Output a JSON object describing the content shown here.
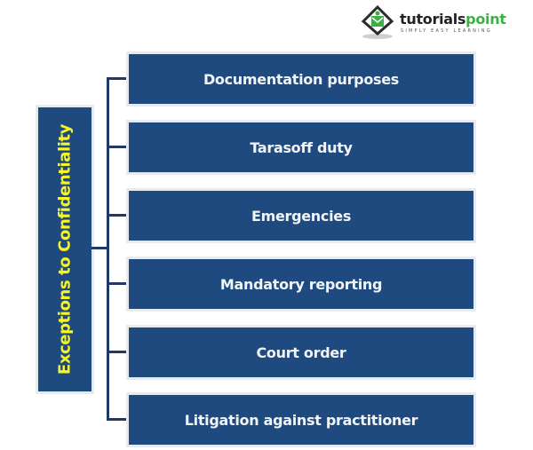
{
  "logo": {
    "name_part1": "tutorials",
    "name_part2": "point",
    "tagline": "SIMPLY EASY LEARNING",
    "brand_color": "#3db045"
  },
  "diagram": {
    "root": "Exceptions to Confidentiality",
    "root_text_color": "#f5f52a",
    "box_color": "#1f4a7f",
    "items": [
      "Documentation purposes",
      "Tarasoff duty",
      "Emergencies",
      "Mandatory reporting",
      "Court order",
      "Litigation against practitioner"
    ]
  }
}
